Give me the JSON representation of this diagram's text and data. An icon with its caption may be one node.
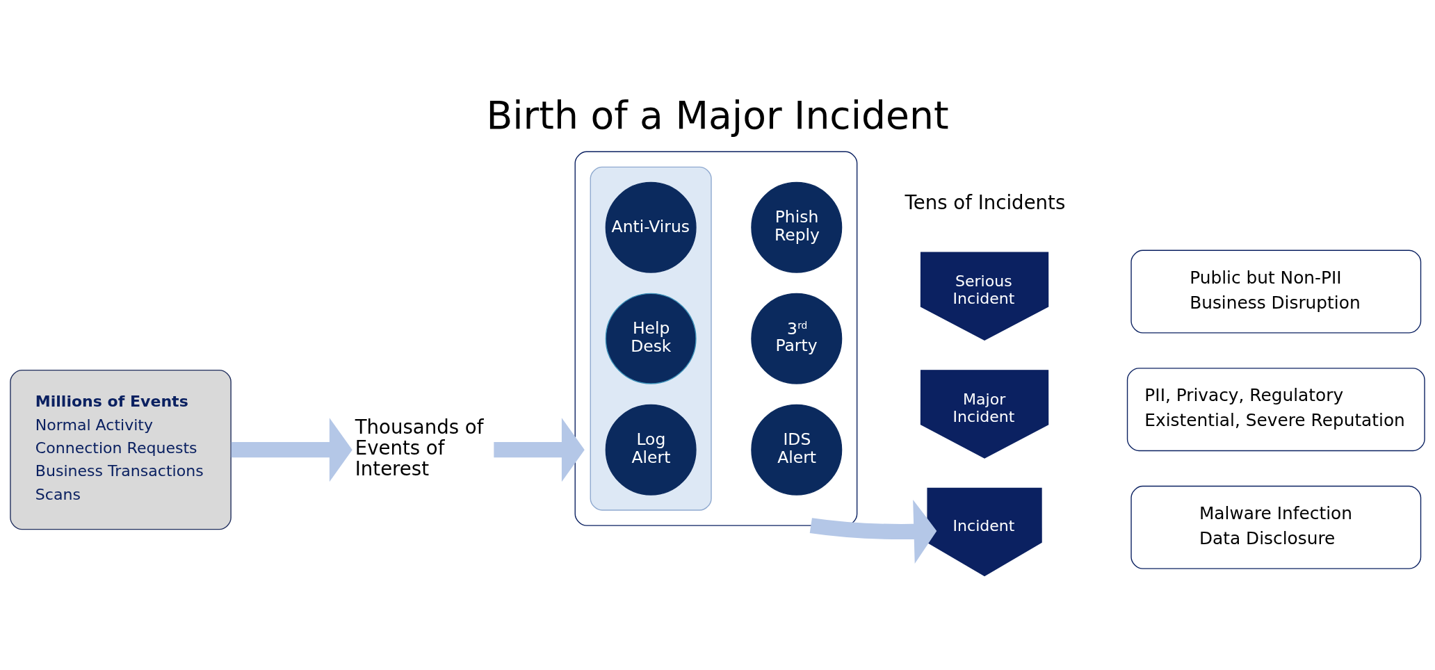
{
  "diagram": {
    "title": "Birth of a Major Incident",
    "nodes": [
      {
        "text": [
          "Millions of Events",
          "Normal Activity",
          "Connection Requests",
          "Business Transactions",
          "Scans"
        ]
      },
      {
        "text": [
          "Thousands of Events of Interest"
        ]
      },
      {
        "text": [],
        "shape": "cone"
      },
      {
        "text": [],
        "shape": "ellipse",
        "in": 2
      },
      {
        "text": [
          "Log Alert"
        ],
        "in": 3
      },
      {
        "text": [
          "IDS Alert"
        ],
        "in": 2
      },
      {
        "text": [
          "Help Desk"
        ],
        "in": 3
      },
      {
        "text": [
          "3$^{rd}$ Party"
        ],
        "in": 2
      },
      {
        "text": [
          "Phish Reply"
        ],
        "in": 2
      },
      {
        "text": [
          "Anti-Virus"
        ],
        "in": 3
      },
      {
        "text": [
          "Incident"
        ]
      },
      {
        "text": [
          "Malware Infection",
          "Data Disclosure"
        ]
      },
      {
        "text": [
          "Serious Incident"
        ]
      },
      {
        "text": [
          "Public but Non-PII",
          "Business Disruption"
        ]
      },
      {
        "text": [
          "Major Incident"
        ]
      },
      {
        "text": [
          "PII, Privacy, Regulatory",
          "Existential, Severe Reputation"
        ]
      }
    ],
    "edges": [
      {
        "from": 0,
        "to": 1,
        "arrow": "to"
      },
      {
        "from": 1,
        "to": 2,
        "arrow": "to"
      },
      {
        "from": 2,
        "to": 10,
        "arrow": "to"
      }
    ],
    "labels": [
      "Tens of Incidents"
    ]
  }
}
